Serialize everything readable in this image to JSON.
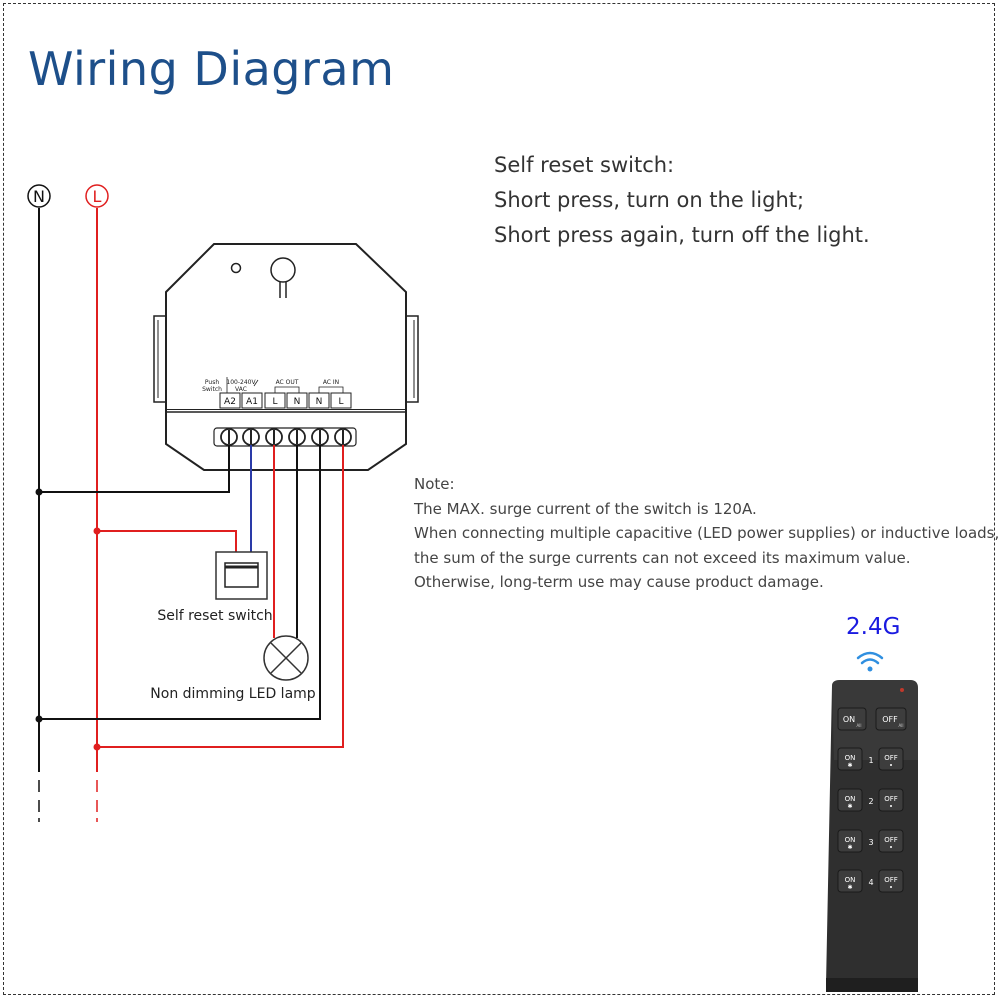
{
  "title": "Wiring Diagram",
  "description": {
    "lines": [
      "Self reset switch:",
      "Short press, turn on the light;",
      "Short press again, turn off the light."
    ]
  },
  "note": {
    "lines": [
      "Note:",
      "The MAX. surge current of the switch is 120A.",
      "When connecting multiple capacitive (LED power supplies) or inductive loads,",
      "the sum of the surge currents can not exceed its maximum value.",
      "Otherwise, long-term use may cause product damage."
    ]
  },
  "lines": {
    "neutral": "N",
    "live": "L"
  },
  "module": {
    "terminal_groups": {
      "push": "Push",
      "switch": "Switch",
      "voltage": "100-240V",
      "vac": "VAC",
      "ac_out": "AC OUT",
      "ac_in": "AC IN"
    },
    "terminals": [
      "A2",
      "A1",
      "L",
      "N",
      "N",
      "L"
    ]
  },
  "components": {
    "switch_label": "Self reset switch",
    "lamp_label": "Non dimming LED lamp"
  },
  "remote": {
    "frequency": "2.4G",
    "on": "ON",
    "off": "OFF",
    "all": "All",
    "zones": [
      "1",
      "2",
      "3",
      "4"
    ]
  },
  "colors": {
    "title": "#1d4f8a",
    "live_wire": "#e01f1f",
    "neutral_wire": "#111111",
    "control_wire": "#2a3aa8",
    "frequency_text": "#1a1ae0",
    "wifi_icon": "#2f8fe0",
    "remote_body": "#3a3a3a"
  }
}
